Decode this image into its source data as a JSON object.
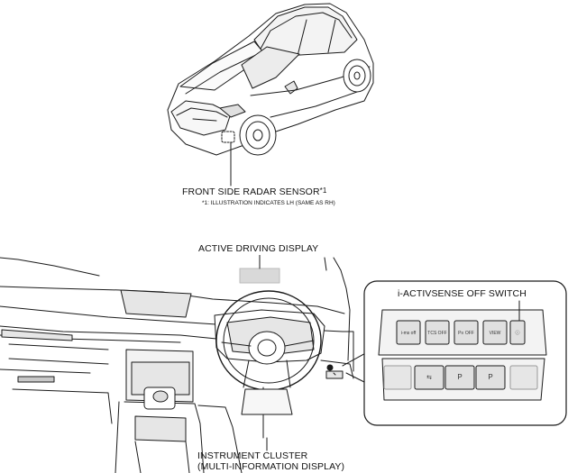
{
  "labels": {
    "front_side_radar_sensor": "FRONT SIDE RADAR SENSOR",
    "radar_footnote_mark": "*1",
    "radar_footnote": "*1: ILLUSTRATION INDICATES LH (SAME AS RH)",
    "active_driving_display": "ACTIVE DRIVING DISPLAY",
    "iactivsense_off_switch": "i-ACTIVSENSE OFF SWITCH",
    "instrument_cluster_line1": "INSTRUMENT CLUSTER",
    "instrument_cluster_line2": "(MULTI-INFORMATION DISPLAY)"
  },
  "switch_panel": {
    "top_buttons": [
      "i-ms off",
      "TCS OFF",
      "P≡ OFF",
      "VIEW",
      "ⓘ"
    ],
    "bottom_buttons": [
      "⇆",
      "P",
      "P",
      ""
    ]
  },
  "colors": {
    "line": "#1a1a1a",
    "shade": "#e6e6e6",
    "shade_dark": "#c8c8c8",
    "display_fill": "#d9d9d9"
  }
}
